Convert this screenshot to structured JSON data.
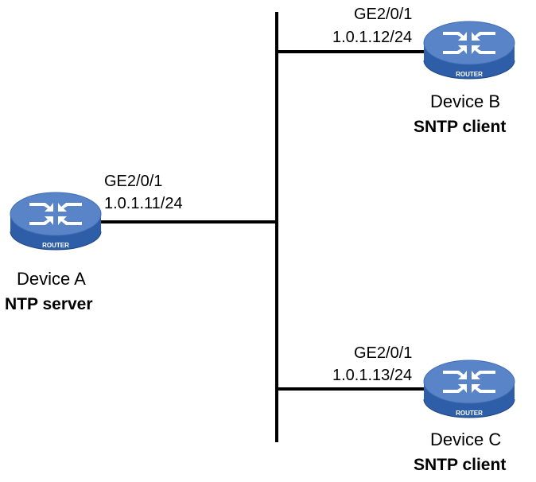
{
  "router_badge": "ROUTER",
  "devices": [
    {
      "id": "a",
      "name": "Device A",
      "role": "NTP server",
      "interface": "GE2/0/1",
      "ip": "1.0.1.11/24"
    },
    {
      "id": "b",
      "name": "Device B",
      "role": "SNTP client",
      "interface": "GE2/0/1",
      "ip": "1.0.1.12/24"
    },
    {
      "id": "c",
      "name": "Device C",
      "role": "SNTP client",
      "interface": "GE2/0/1",
      "ip": "1.0.1.13/24"
    }
  ],
  "colors": {
    "router_top": "#5a84c8",
    "router_body": "#2f5ea8",
    "router_dark": "#1f4686",
    "line": "#000000"
  }
}
